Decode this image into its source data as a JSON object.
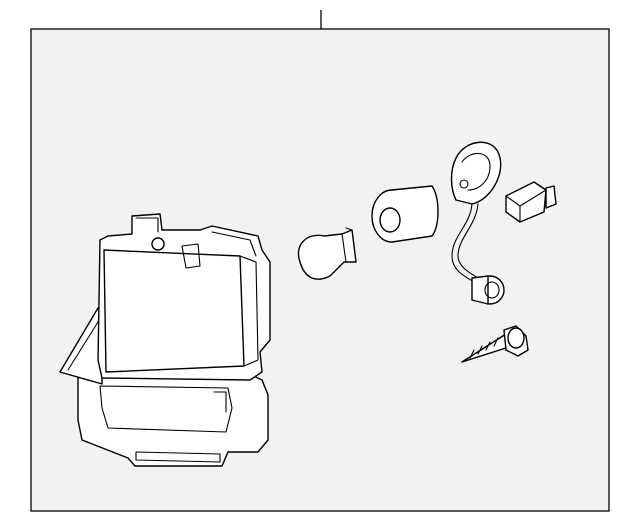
{
  "diagram": {
    "callout_label": "",
    "colors": {
      "background": "#ffffff",
      "frame_fill": "#f2f2f2",
      "line": "#000000"
    },
    "parts": [
      "fog-lamp-housing",
      "bulb",
      "bulb-socket",
      "wiring-harness",
      "harness-connector",
      "mounting-screw"
    ]
  }
}
